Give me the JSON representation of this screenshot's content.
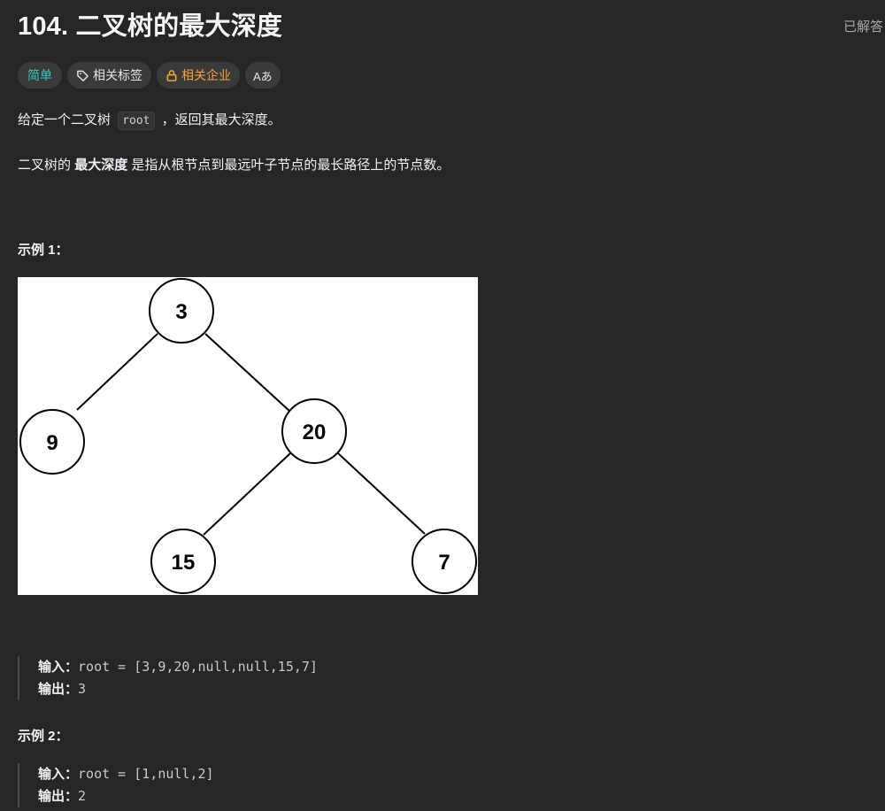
{
  "problem": {
    "title": "104. 二叉树的最大深度",
    "status": "已解答"
  },
  "tags": {
    "difficulty": "简单",
    "topics": "相关标签",
    "companies": "相关企业",
    "translate": "Aあ"
  },
  "description": {
    "p1_before": "给定一个二叉树",
    "p1_code": "root",
    "p1_after": "，返回其最大深度。",
    "p2_before": "二叉树的",
    "p2_bold": "最大深度",
    "p2_after": "是指从根节点到最远叶子节点的最长路径上的节点数。"
  },
  "example1": {
    "heading": "示例 1：",
    "tree_nodes": [
      "3",
      "9",
      "20",
      "15",
      "7"
    ],
    "input_label": "输入：",
    "input_value": "root = [3,9,20,null,null,15,7]",
    "output_label": "输出：",
    "output_value": "3"
  },
  "example2": {
    "heading": "示例 2：",
    "input_label": "输入：",
    "input_value": "root = [1,null,2]",
    "output_label": "输出：",
    "output_value": "2"
  },
  "colors": {
    "background": "#262626",
    "easy": "#33c7c0",
    "company": "#f0a535",
    "text": "#eff1f6"
  }
}
